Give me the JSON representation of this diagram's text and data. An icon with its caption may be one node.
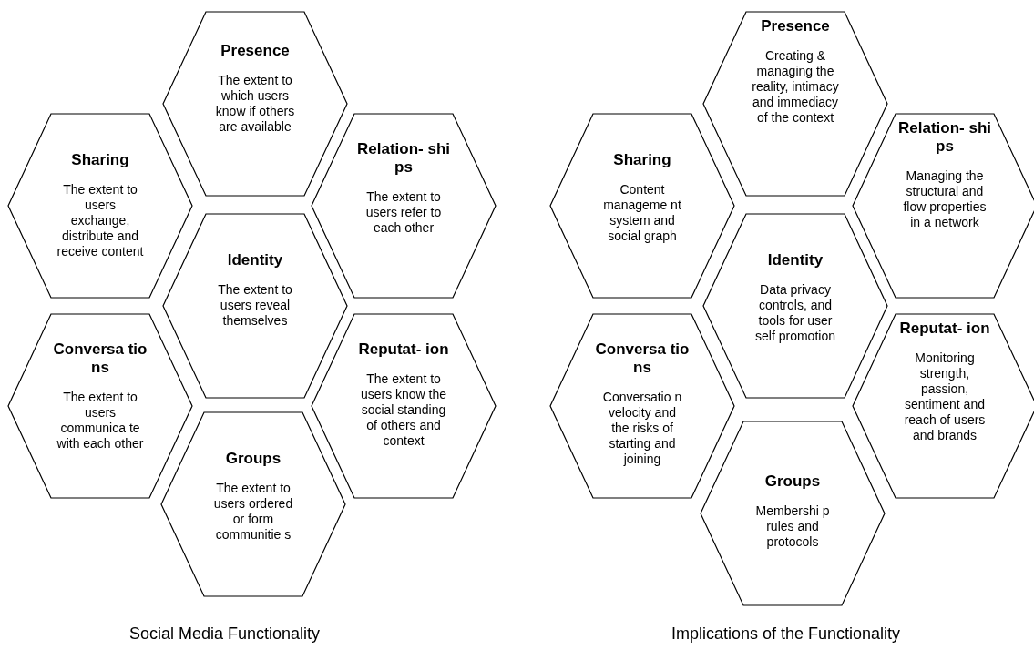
{
  "diagram": {
    "nodes": [
      {
        "text": [
          "Presence",
          "The extent to which users know if others are available"
        ]
      },
      {
        "text": [
          "Sharing",
          "The extent to users exchange, distribute and receive content"
        ]
      },
      {
        "text": [
          "Relation- ships",
          "The extent to users refer to each other"
        ]
      },
      {
        "text": [
          "Identity",
          "The extent to users reveal themselves"
        ]
      },
      {
        "text": [
          "Conversa tions",
          "The extent to users communica te with each other"
        ]
      },
      {
        "text": [
          "Reputat- ion",
          "The extent to users know the social standing of others and context"
        ]
      },
      {
        "text": [
          "Groups",
          "The extent to users ordered or form communitie s"
        ]
      },
      {
        "text": [
          "Presence",
          "Creating & managing the reality, intimacy and immediacy of the context"
        ]
      },
      {
        "text": [
          "Sharing",
          "Content manageme nt system and social graph"
        ]
      },
      {
        "text": [
          "Relation- ships",
          "Managing the structural and flow properties in a network"
        ]
      },
      {
        "text": [
          "Identity",
          "Data privacy controls, and tools for user self promotion"
        ]
      },
      {
        "text": [
          "Conversa tions",
          "Conversatio n velocity and the risks of starting and joining"
        ]
      },
      {
        "text": [
          "Reputat- ion",
          "Monitoring strength, passion, sentiment and reach of users and brands"
        ]
      },
      {
        "text": [
          "Groups",
          "Membershi p rules and protocols"
        ]
      }
    ],
    "edges": [],
    "labels": [
      "Social Media Functionality",
      "Implications of the Functionality"
    ]
  }
}
